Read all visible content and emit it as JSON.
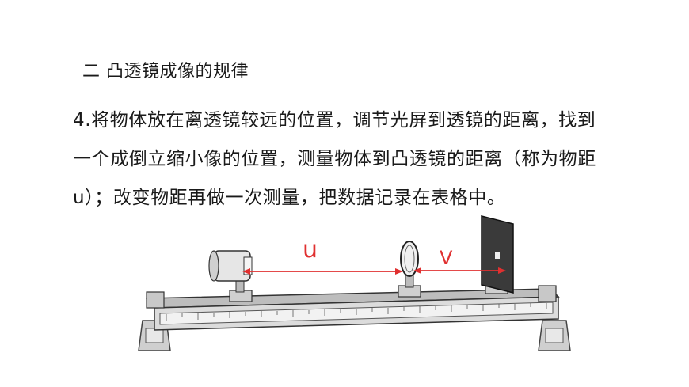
{
  "section_heading": "二 凸透镜成像的规律",
  "step_text": {
    "line1": "4.将物体放在离透镜较远的位置，调节光屏到透镜的距离，找到",
    "line2": "一个成倒立缩小像的位置，测量物体到凸透镜的距离（称为物距",
    "line3": "u）；改变物距再做一次测量，把数据记录在表格中。"
  },
  "diagram": {
    "label_u": "u",
    "label_v": "V",
    "arrow_color": "#e03030"
  }
}
